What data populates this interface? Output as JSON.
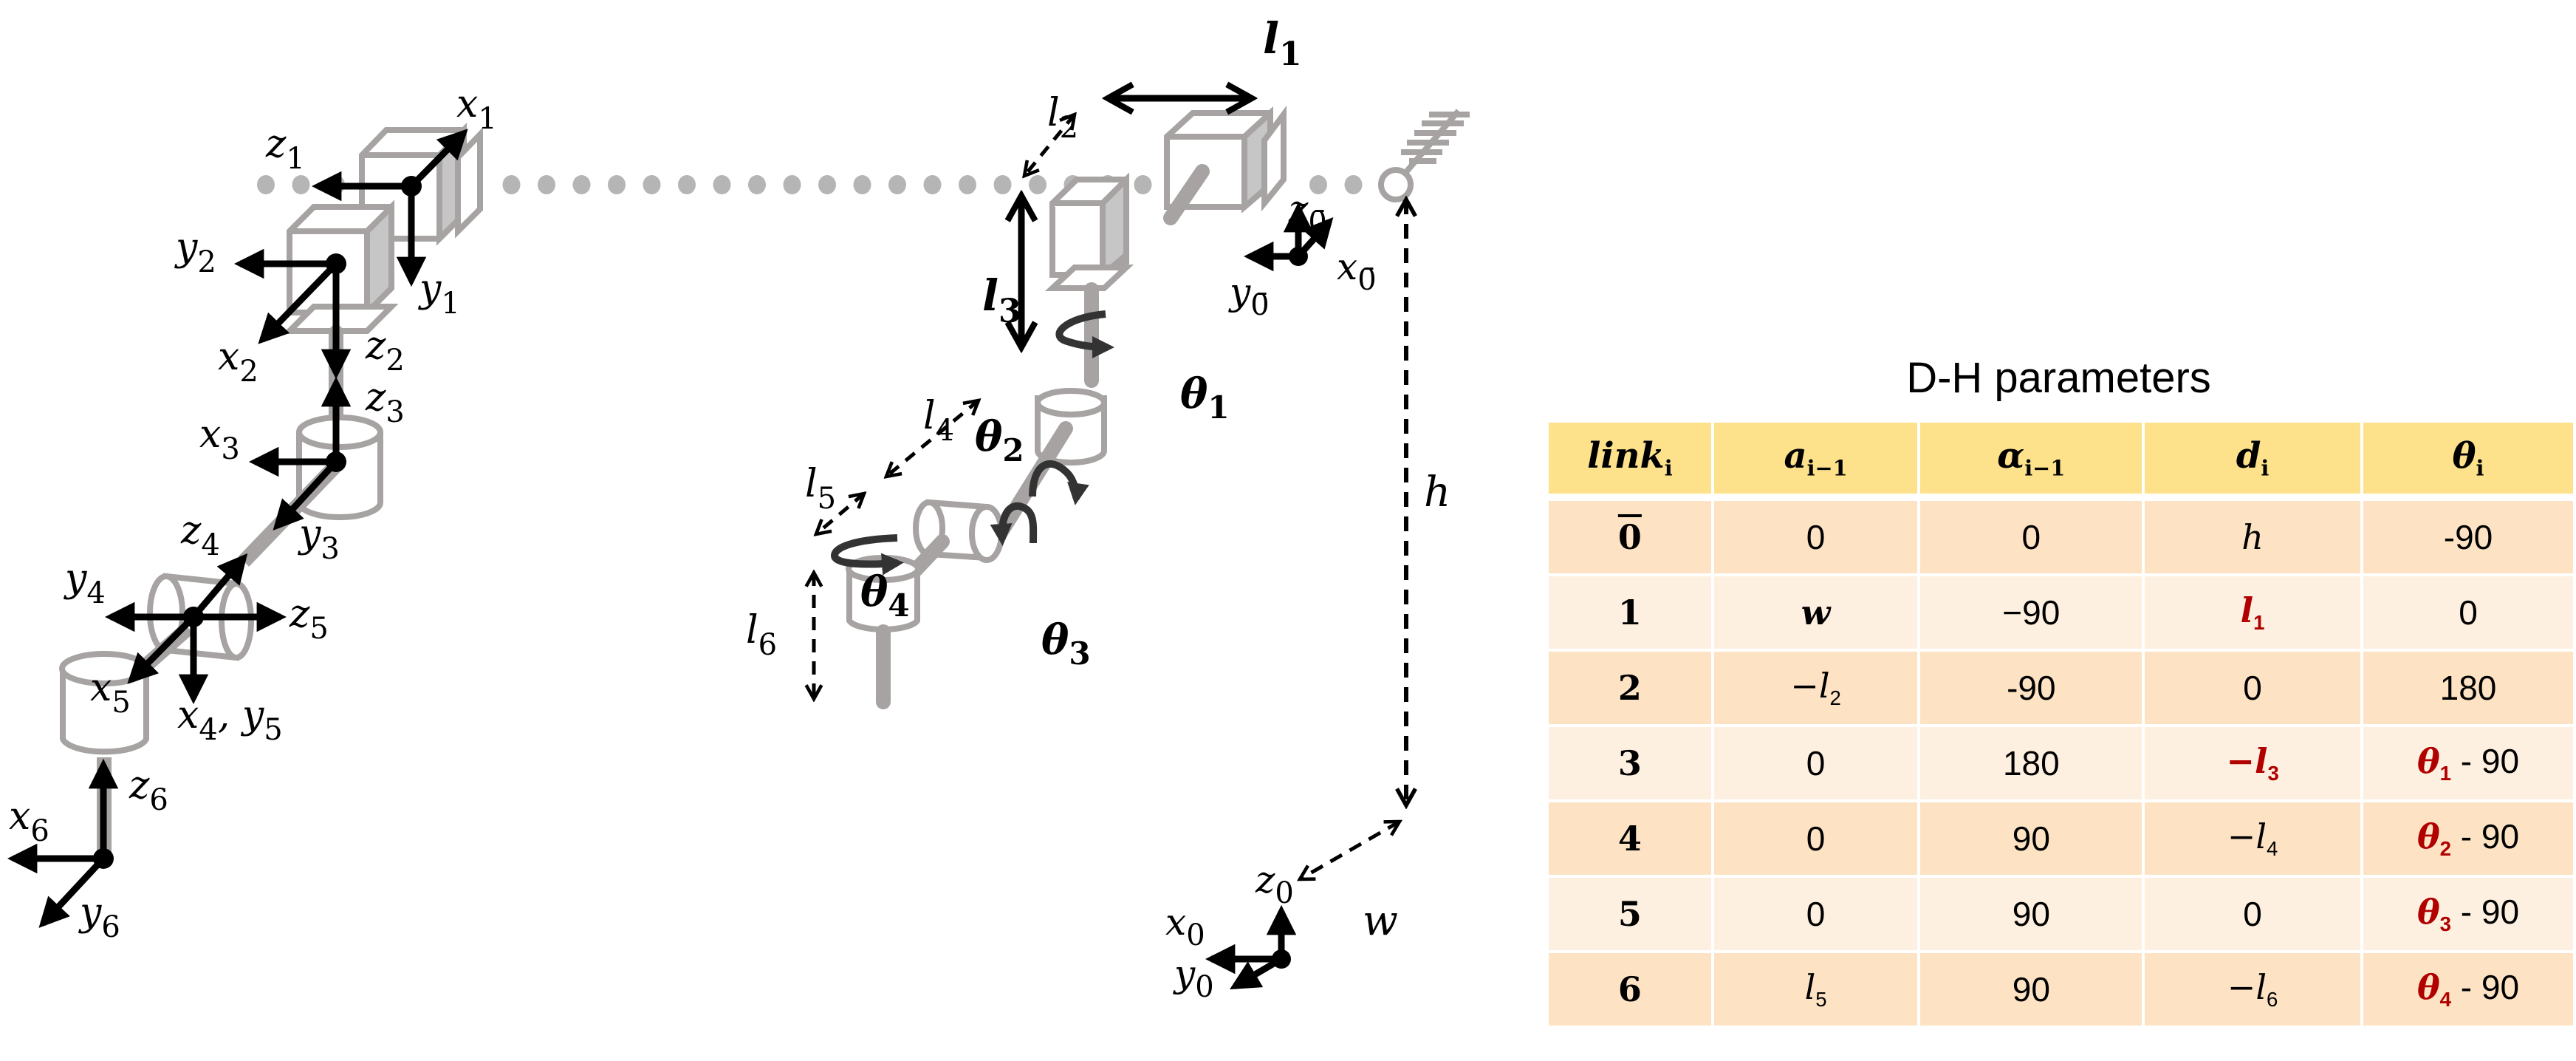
{
  "figure": {
    "left_diagram": {
      "frame_labels": {
        "x1": "x",
        "x1_sub": "1",
        "z1": "z",
        "z1_sub": "1",
        "y1": "y",
        "y1_sub": "1",
        "y2": "y",
        "y2_sub": "2",
        "x2": "x",
        "x2_sub": "2",
        "z2": "z",
        "z2_sub": "2",
        "z3": "z",
        "z3_sub": "3",
        "x3": "x",
        "x3_sub": "3",
        "y3": "y",
        "y3_sub": "3",
        "z4": "z",
        "z4_sub": "4",
        "y4": "y",
        "y4_sub": "4",
        "z5": "z",
        "z5_sub": "5",
        "x5": "x",
        "x5_sub": "5",
        "x4y5": "x",
        "x4y5_sub1": "4",
        "x4y5_sep": ", y",
        "x4y5_sub2": "5",
        "z6": "z",
        "z6_sub": "6",
        "x6": "x",
        "x6_sub": "6",
        "y6": "y",
        "y6_sub": "6"
      }
    },
    "right_diagram": {
      "dimension_labels": {
        "l1": "l",
        "l1_sub": "1",
        "l2": "l",
        "l2_sub": "2",
        "l3": "l",
        "l3_sub": "3",
        "l4": "l",
        "l4_sub": "4",
        "l5": "l",
        "l5_sub": "5",
        "l6": "l",
        "l6_sub": "6",
        "h": "h",
        "w": "w"
      },
      "joint_labels": {
        "theta1": "θ",
        "theta1_sub": "1",
        "theta2": "θ",
        "theta2_sub": "2",
        "theta3": "θ",
        "theta3_sub": "3",
        "theta4": "θ",
        "theta4_sub": "4"
      },
      "frame_labels": {
        "z0bar": "z",
        "z0bar_sub": "0̄",
        "x0bar": "x",
        "x0bar_sub": "0̄",
        "y0bar": "y",
        "y0bar_sub": "0̄",
        "z0": "z",
        "z0_sub": "0",
        "x0": "x",
        "x0_sub": "0",
        "y0": "y",
        "y0_sub": "0"
      }
    }
  },
  "table": {
    "title": "D-H parameters",
    "headers": [
      {
        "base": "link",
        "sub": "i"
      },
      {
        "base": "a",
        "sub": "i−1"
      },
      {
        "base": "α",
        "sub": "i−1"
      },
      {
        "base": "d",
        "sub": "i"
      },
      {
        "base": "θ",
        "sub": "i"
      }
    ],
    "rows": [
      {
        "link": "0",
        "link_bar": true,
        "a": "0",
        "alpha": "0",
        "d": "h",
        "d_sub": "",
        "d_red": false,
        "theta": "-90",
        "theta_sym": "",
        "theta_sub": ""
      },
      {
        "link": "1",
        "link_bar": false,
        "a": "w",
        "alpha": "−90",
        "d": "l",
        "d_sub": "1",
        "d_red": true,
        "theta": "0",
        "theta_sym": "",
        "theta_sub": ""
      },
      {
        "link": "2",
        "link_bar": false,
        "a": "−l",
        "a_sub": "2",
        "alpha": "-90",
        "d": "0",
        "d_sub": "",
        "d_red": false,
        "theta": "180",
        "theta_sym": "",
        "theta_sub": ""
      },
      {
        "link": "3",
        "link_bar": false,
        "a": "0",
        "alpha": "180",
        "d": "−l",
        "d_sub": "3",
        "d_red": true,
        "theta": " - 90",
        "theta_sym": "θ",
        "theta_sub": "1"
      },
      {
        "link": "4",
        "link_bar": false,
        "a": "0",
        "alpha": "90",
        "d": "−l",
        "d_sub": "4",
        "d_red": false,
        "theta": " - 90",
        "theta_sym": "θ",
        "theta_sub": "2"
      },
      {
        "link": "5",
        "link_bar": false,
        "a": "0",
        "alpha": "90",
        "d": "0",
        "d_sub": "",
        "d_red": false,
        "theta": " - 90",
        "theta_sym": "θ",
        "theta_sub": "3"
      },
      {
        "link": "6",
        "link_bar": false,
        "a": "l",
        "a_sub": "5",
        "alpha": "90",
        "d": "−l",
        "d_sub": "6",
        "d_red": false,
        "theta": " - 90",
        "theta_sym": "θ",
        "theta_sub": "4"
      }
    ],
    "colors": {
      "header_bg": "#FDE18B",
      "row_odd_bg": "#FDE3C4",
      "row_even_bg": "#FEF0E0",
      "highlight_text": "#B00000"
    }
  }
}
